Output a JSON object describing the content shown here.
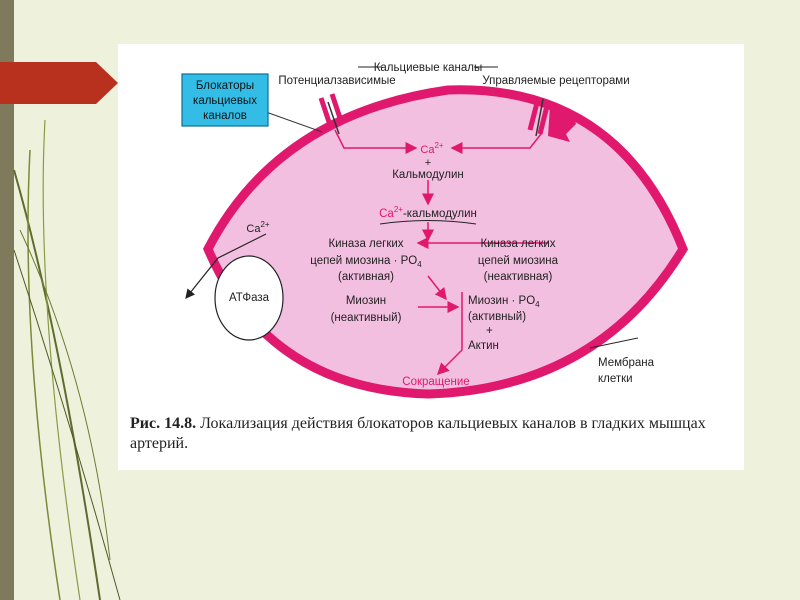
{
  "slide": {
    "accent_color": "#b8311e",
    "background_color": "#eef2dc",
    "sidebar_color": "#7e7a5b"
  },
  "diagram": {
    "membrane_color": "#e0186e",
    "cell_fill": "#f3bfe0",
    "blockers_box": {
      "line1": "Блокаторы",
      "line2": "кальциевых",
      "line3": "каналов"
    },
    "calcium_channels": "Кальциевые каналы",
    "voltage_dependent": "Потенциалзависимые",
    "receptor_operated": "Управляемые рецепторами",
    "ca": "Ca",
    "ca_superscript": "2+",
    "plus": "+",
    "calmodulin": "Кальмодулин",
    "ca_calmodulin": "-кальмодулин",
    "mlck_active": {
      "line1": "Киназа легких",
      "line2": "цепей миозина · PO",
      "line3": "(активная)"
    },
    "mlck_inactive": {
      "line1": "Киназа легких",
      "line2": "цепей миозина",
      "line3": "(неактивная)"
    },
    "po4_subscript": "4",
    "myosin_inactive": {
      "line1": "Миозин",
      "line2": "(неактивный)"
    },
    "myosin_active": {
      "line1": "Миозин · PO",
      "line2": "(активный)",
      "line3": "+",
      "line4": "Актин"
    },
    "contraction": "Сокращение",
    "atpase": "АТФаза",
    "membrane_label": {
      "line1": "Мембрана",
      "line2": "клетки"
    }
  },
  "caption": {
    "number": "Рис. 14.8.",
    "text": " Локализация действия блокаторов кальциевых каналов в гладких мышцах артерий."
  }
}
